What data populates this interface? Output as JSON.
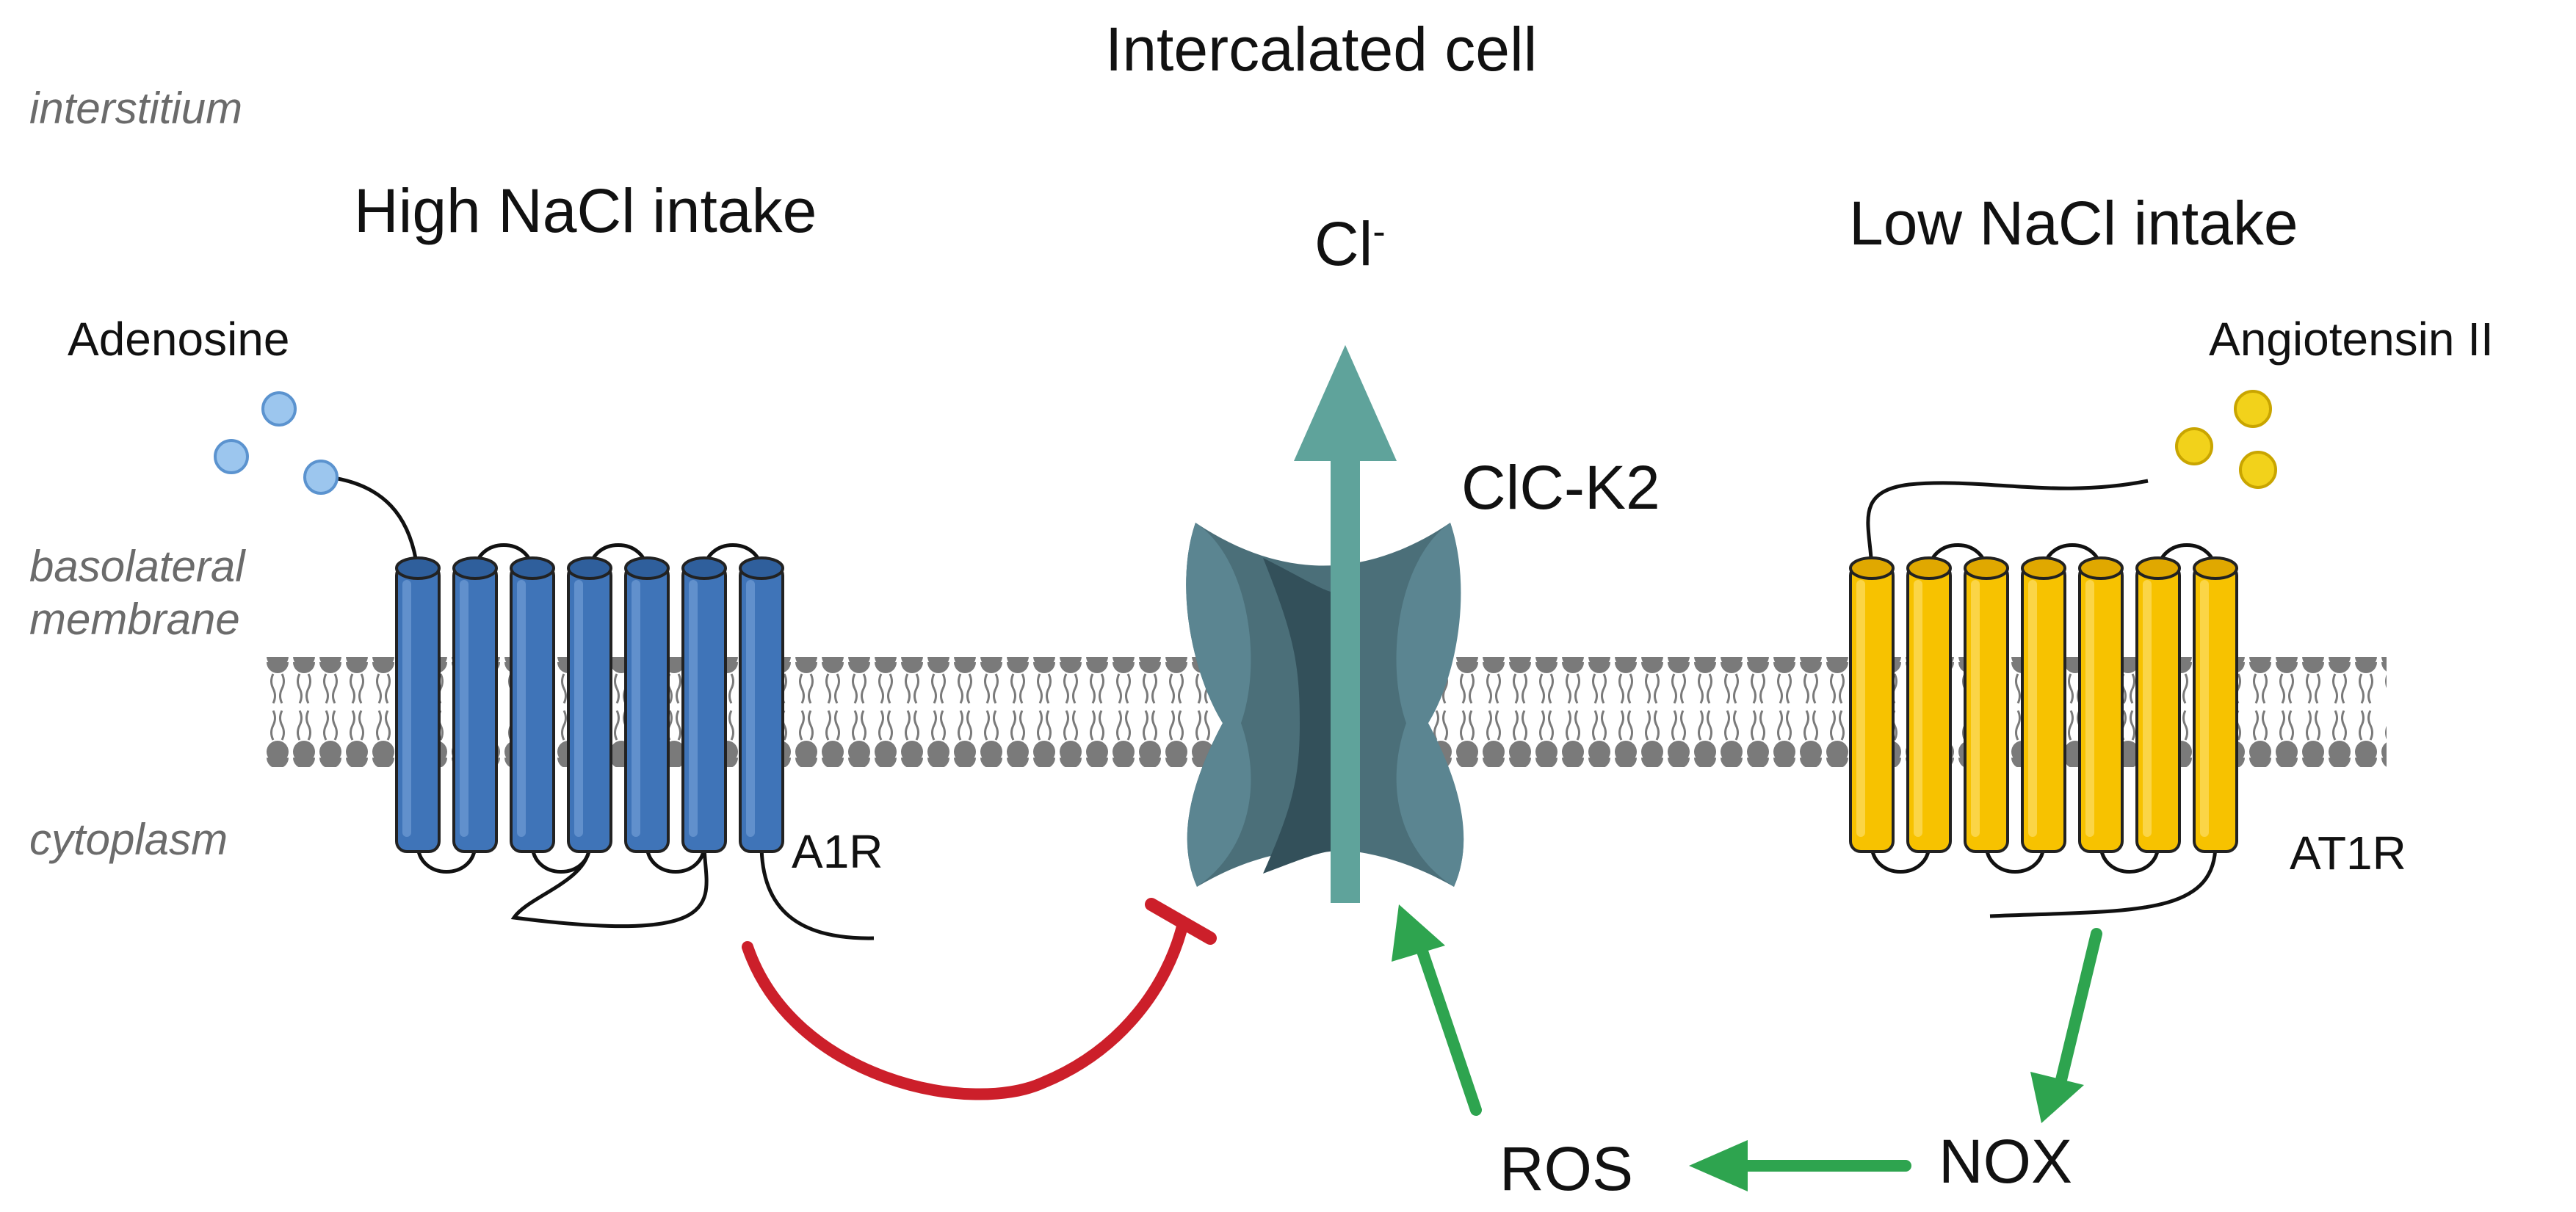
{
  "title": "Intercalated cell",
  "regions": {
    "interstitium": "interstitium",
    "basolateral_membrane": [
      "basolateral",
      "membrane"
    ],
    "cytoplasm": "cytoplasm"
  },
  "left": {
    "condition": "High NaCl intake",
    "ligand": "Adenosine",
    "receptor": "A1R"
  },
  "right": {
    "condition": "Low NaCl intake",
    "ligand": "Angiotensin II",
    "receptor": "AT1R"
  },
  "channel": {
    "name": "ClC-K2",
    "ion": "Cl",
    "ion_charge": "-"
  },
  "signals": {
    "nox": "NOX",
    "ros": "ROS"
  },
  "colors": {
    "a1r_blue": "#3f74b8",
    "at1r_yellow": "#f7c200",
    "channel_slate": "#4f7580",
    "channel_arrow": "#5fa39b",
    "activation_green": "#2ea44f",
    "inhibition_red": "#cc1f2a",
    "membrane_gray": "#7a7a7a"
  }
}
